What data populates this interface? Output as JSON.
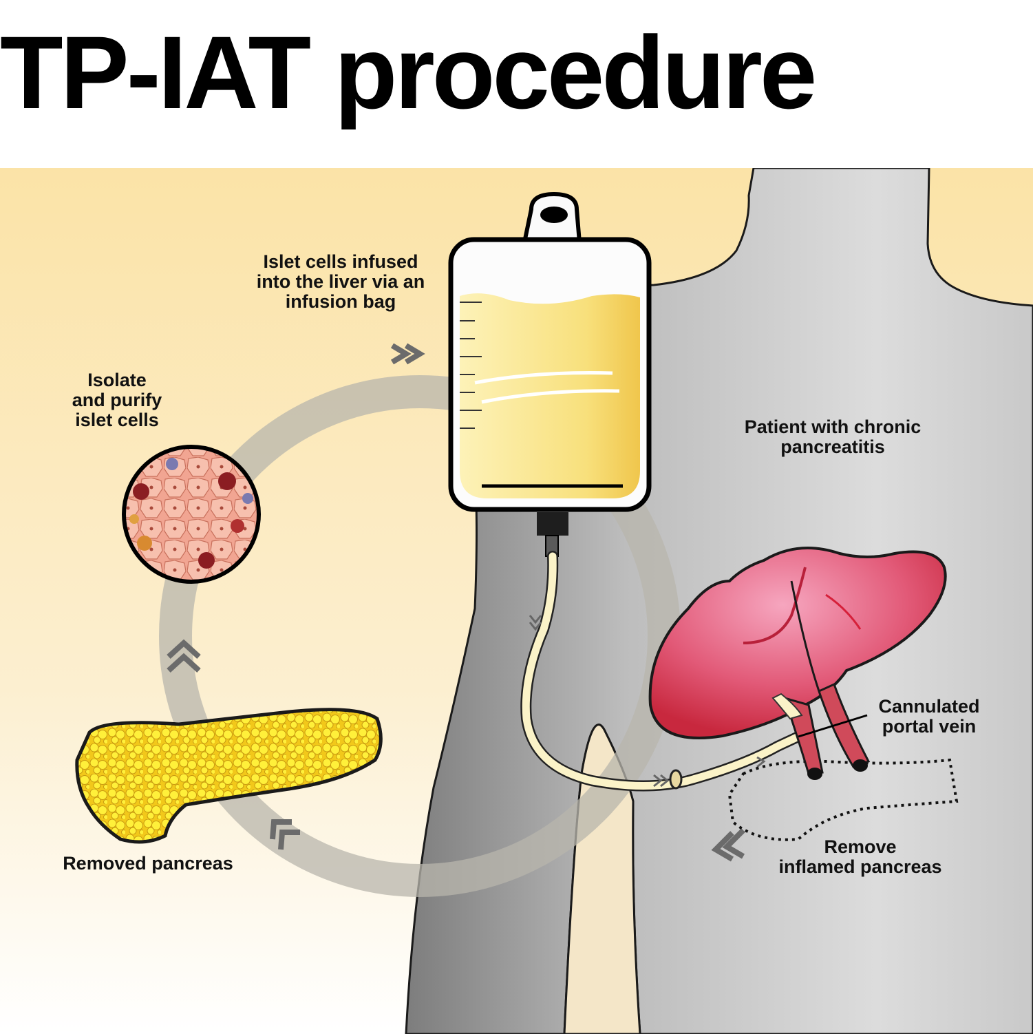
{
  "title": "TP-IAT procedure",
  "labels": {
    "infusion": "Islet cells infused\ninto the liver via an\ninfusion bag",
    "isolate": "Isolate\nand purify\nislet cells",
    "patient": "Patient with chronic\npancreatitis",
    "cannulated": "Cannulated\nportal vein",
    "remove_inflamed": "Remove\ninflamed pancreas",
    "removed_pancreas": "Removed pancreas"
  },
  "colors": {
    "background": "#fbe6b0",
    "body": "#b9b9b9",
    "liver": "#d83a52",
    "infusion_fluid": "#f6d868",
    "pancreas": "#f0d31c",
    "cycle_ring": "#b8b6ac"
  }
}
